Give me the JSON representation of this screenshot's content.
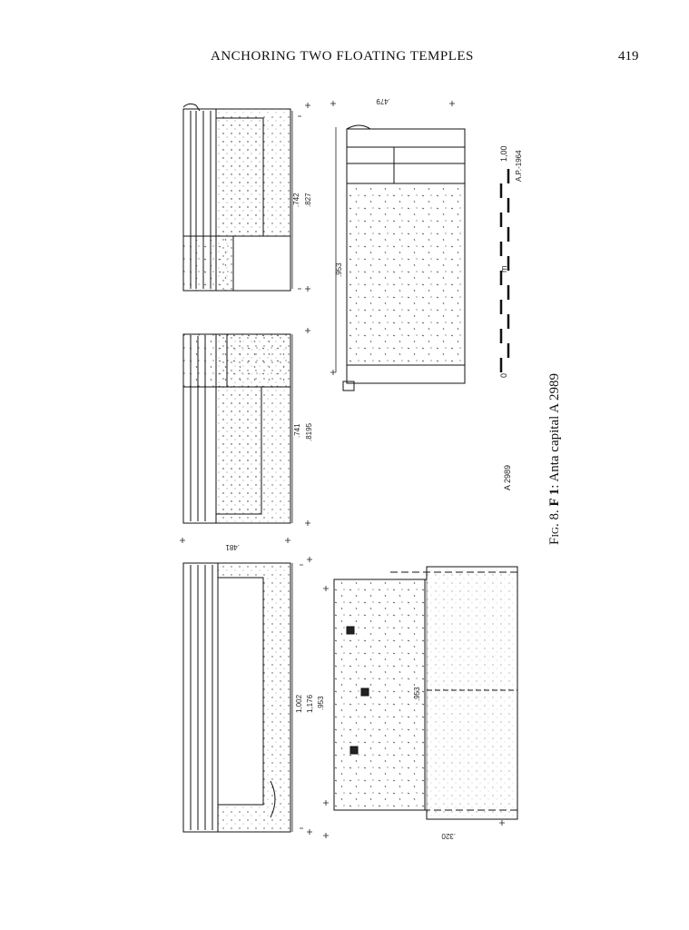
{
  "header": {
    "running_title": "ANCHORING TWO FLOATING TEMPLES",
    "page_number": "419"
  },
  "figure": {
    "specimen_label": "A 2989",
    "scale": {
      "start": "0",
      "mid": "m",
      "end": "1,00",
      "credit": "A.P.-1964"
    },
    "dimensions": {
      "top_left": [
        ".742",
        ".827"
      ],
      "top_right_view": ".479",
      "middle": [
        ".741",
        ".8195"
      ],
      "middle_plan": ".953",
      "bottom_side": ".481",
      "bottom": [
        "1,002",
        "1,176",
        ".953"
      ],
      "bottom_plan": ".953",
      "bottom_edge": ".320"
    }
  },
  "caption": {
    "fig_prefix": "Fig.",
    "fig_number": "8.",
    "bold_label": "F 1",
    "text": ": Anta capital A 2989"
  }
}
